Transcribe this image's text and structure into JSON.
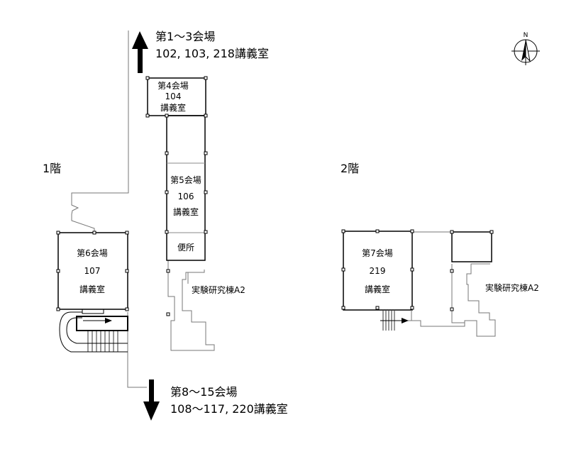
{
  "floor1": {
    "label": "1階",
    "north_direction": {
      "line1": "第1～3会場",
      "line2": "102, 103, 218講義室"
    },
    "south_direction": {
      "line1": "第8～15会場",
      "line2": "108～117, 220講義室"
    },
    "room4": {
      "venue": "第4会場",
      "number": "104",
      "type": "講義室"
    },
    "room5": {
      "venue": "第5会場",
      "number": "106",
      "type": "講義室"
    },
    "toilet": {
      "label": "便所"
    },
    "room6": {
      "venue": "第6会場",
      "number": "107",
      "type": "講義室"
    },
    "building": "実験研究棟A2"
  },
  "floor2": {
    "label": "2階",
    "room7": {
      "venue": "第7会場",
      "number": "219",
      "type": "講義室"
    },
    "building": "実験研究棟A2"
  },
  "compass": {
    "label": "N",
    "icon": "north-arrow-icon"
  }
}
